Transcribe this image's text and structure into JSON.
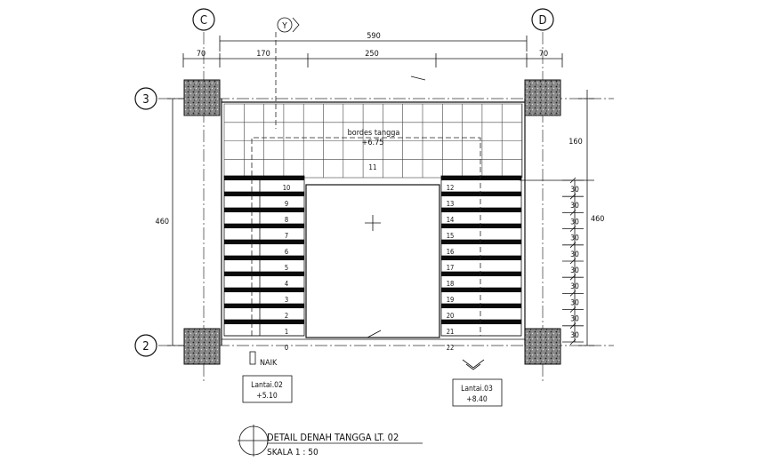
{
  "axes": {
    "top_left": "C",
    "top_right": "D",
    "left_top": "3",
    "left_bottom": "2",
    "north": "Y"
  },
  "dimensions": {
    "overall_width": "590",
    "seg_left_col": "70",
    "seg_left": "170",
    "seg_mid": "250",
    "seg_right_col": "70",
    "left_height": "460",
    "right_height": "460",
    "right_landing": "160",
    "riser": "30",
    "riser_count": 10
  },
  "landing": {
    "label": "bordes tangga",
    "elevation": "+6.75",
    "step_number": "11"
  },
  "left_flight": {
    "step_numbers": [
      "10",
      "9",
      "8",
      "7",
      "6",
      "5",
      "4",
      "3",
      "2",
      "1",
      "0"
    ]
  },
  "right_flight": {
    "step_numbers": [
      "12",
      "13",
      "14",
      "15",
      "16",
      "17",
      "18",
      "19",
      "20",
      "21",
      "22"
    ]
  },
  "annotations": {
    "naik": "NAIK",
    "lantai_02_name": "Lantai.02",
    "lantai_02_elev": "+5.10",
    "lantai_03_name": "Lantai.03",
    "lantai_03_elev": "+8.40"
  },
  "title": {
    "line1": "DETAIL DENAH TANGGA LT. 02",
    "line2": "SKALA 1 : 50"
  }
}
